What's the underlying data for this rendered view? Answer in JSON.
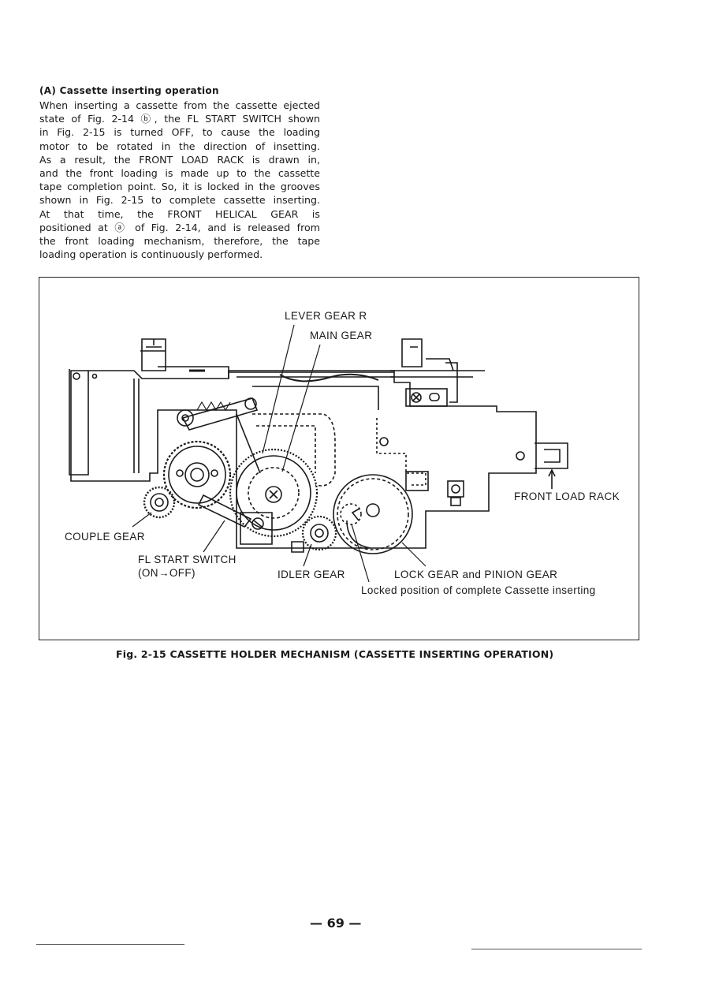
{
  "section": {
    "heading": "(A) Cassette inserting operation",
    "lines": [
      "When inserting a cassette from the cassette ejected",
      "state of Fig. 2-14 ⓑ, the FL START SWITCH shown",
      "in Fig. 2-15 is turned OFF, to cause the loading",
      "motor to be rotated in the direction of insetting.",
      "As a result, the FRONT LOAD RACK is drawn in,",
      "and the front loading is made up to the cassette",
      "tape completion point. So, it is locked in the grooves",
      "shown in Fig. 2-15 to complete cassette inserting.",
      "At that time, the FRONT HELICAL GEAR is",
      "positioned at ⓐ of Fig. 2-14, and is released from",
      "the front loading mechanism, therefore, the tape",
      "loading operation is continuously performed."
    ]
  },
  "figure": {
    "labels": {
      "lever_gear_r": "LEVER GEAR R",
      "main_gear": "MAIN GEAR",
      "front_load_rack": "FRONT LOAD RACK",
      "couple_gear": "COUPLE GEAR",
      "fl_start_switch": "FL START SWITCH",
      "fl_start_switch_state": "(ON→OFF)",
      "idler_gear": "IDLER GEAR",
      "lock_gear": "LOCK GEAR and PINION GEAR",
      "locked_position": "Locked position of complete Cassette inserting"
    },
    "caption": "Fig. 2-15  CASSETTE HOLDER MECHANISM (CASSETTE INSERTING OPERATION)"
  },
  "page": {
    "number": "— 69 —"
  }
}
